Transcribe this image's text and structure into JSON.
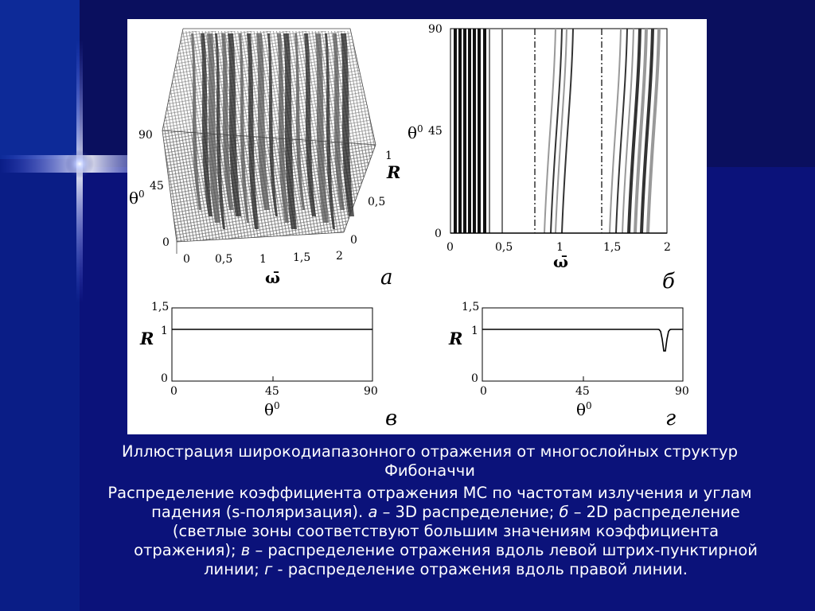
{
  "colors": {
    "background": "#0b127a",
    "panel": "#ffffff",
    "text": "#ffffff"
  },
  "figure": {
    "a": {
      "label": "а",
      "z_ticks": [
        "0",
        "45",
        "90"
      ],
      "z_label": "θ",
      "z_label_sup": "0",
      "r_ticks": [
        "0",
        "0,5",
        "1"
      ],
      "r_label": "R",
      "x_ticks": [
        "0",
        "0,5",
        "1",
        "1,5",
        "2"
      ],
      "x_label": "ω̄"
    },
    "b": {
      "label": "б",
      "y_ticks": [
        "0",
        "45",
        "90"
      ],
      "y_label": "θ",
      "y_label_sup": "0",
      "x_ticks": [
        "0",
        "0,5",
        "1",
        "1,5",
        "2"
      ],
      "x_label": "ω̄"
    },
    "v": {
      "label": "в",
      "y_ticks": [
        "0",
        "1",
        "1,5"
      ],
      "y_label": "R",
      "x_ticks": [
        "0",
        "45",
        "90"
      ],
      "x_label": "θ",
      "x_label_sup": "0"
    },
    "g": {
      "label": "г",
      "y_ticks": [
        "0",
        "1",
        "1,5"
      ],
      "y_label": "R",
      "x_ticks": [
        "0",
        "45",
        "90"
      ],
      "x_label": "θ",
      "x_label_sup": "0"
    }
  },
  "caption": {
    "title": "Иллюстрация широкодиапазонного отражения от многослойных структур Фибоначчи",
    "desc_1": "Распределение коэффициента отражения МС по частотам излучения и углам падения (s-поляризация). ",
    "a_letter": "а",
    "desc_2": " – 3D распределение; ",
    "b_letter": "б",
    "desc_3": " – 2D распределение (светлые зоны соответствуют большим значениям коэффициента отражения); ",
    "v_letter": "в",
    "desc_4": " – распределение отражения вдоль левой штрих-пунктирной линии; ",
    "g_letter": "г",
    "desc_5": " - распределение отражения вдоль правой линии."
  }
}
